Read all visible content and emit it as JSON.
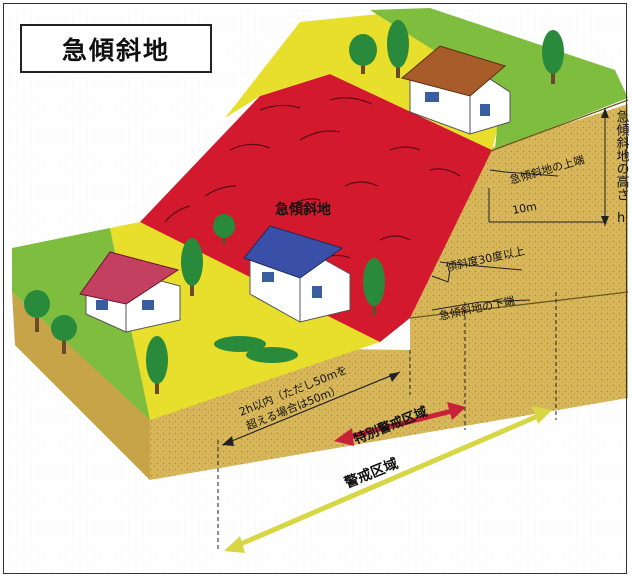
{
  "title": "急傾斜地",
  "labels": {
    "slope_name": "急傾斜地",
    "upper_end": "急傾斜地の上端",
    "height": "急傾斜地の高さ",
    "height_symbol": "h",
    "ten_m": "10m",
    "angle": "傾斜度30度以上",
    "lower_end": "急傾斜地の下端",
    "distance_line1": "2h以内（ただし50mを",
    "distance_line2": "超える場合は50m）",
    "special_zone": "特別警戒区域",
    "warning_zone": "警戒区域"
  },
  "colors": {
    "special_zone_red": "#d2192d",
    "warning_zone_yellow": "#e8de2c",
    "ground_green": "#7fbd3f",
    "soil": "#d6b554",
    "special_arrow": "#c8213a",
    "warning_arrow": "#d7d645"
  }
}
